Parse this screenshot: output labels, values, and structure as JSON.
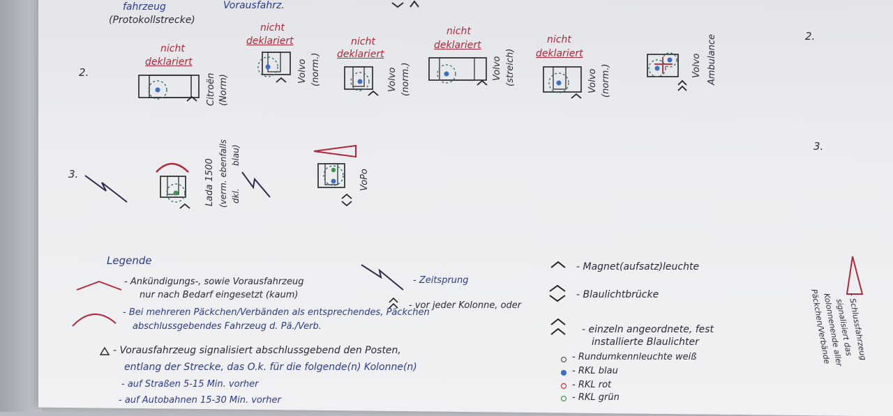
{
  "header": {
    "top_left_1": "fahrzeug",
    "top_left_2": "(Protokollstrecke)",
    "top_mid": "Vorausfahrz."
  },
  "rows": {
    "row2_left": "2.",
    "row2_right": "2.",
    "row3_left": "3.",
    "row3_right": "3."
  },
  "vehicles": {
    "undeclared_top": "nicht",
    "undeclared_bottom": "deklariert",
    "v1": [
      "Citroën",
      "(Norm)"
    ],
    "v2": [
      "Volvo",
      "(norm.)"
    ],
    "v3": [
      "Volvo",
      "(norm.)"
    ],
    "v4": [
      "Volvo",
      "(streich)"
    ],
    "v5": [
      "Volvo",
      "(norm.)"
    ],
    "v6": [
      "Volvo",
      "Ambulance"
    ],
    "v7": [
      "Lada 1500",
      "(verm. ebenfalls",
      "blau)",
      "dkl."
    ],
    "v8": [
      "VoPo"
    ]
  },
  "legend": {
    "title": "Legende",
    "l1a": "- Ankündigungs-, sowie Vorausfahrzeug",
    "l1b": "nur nach Bedarf eingesetzt (kaum)",
    "l2a": "- Bei mehreren Päckchen/Verbänden als entsprechendes, Päckchen",
    "l2b": "abschlussgebendes Fahrzeug d. Pä./Verb.",
    "l3a": "- Vorausfahrzeug signalisiert abschlussgebend den Posten,",
    "l3b": "entlang der Strecke, das O.k. für die folgende(n) Kolonne(n)",
    "l3c": "- auf Straßen 5-15 Min. vorher",
    "l3d": "- auf Autobahnen 15-30 Min. vorher",
    "zeitsprung": "- Zeitsprung",
    "kolonne": "- vor jeder Kolonne, oder",
    "magnet": "- Magnet(aufsatz)leuchte",
    "bruecke": "- Blaulichtbrücke",
    "einzeln_a": "- einzeln angeordnete, fest",
    "einzeln_b": "installierte Blaulichter",
    "rkl_weiss": "- Rundumkennleuchte weiß",
    "rkl_blau": "- RKL blau",
    "rkl_rot": "- RKL rot",
    "rkl_gruen": "- RKL grün",
    "schluss": [
      "- Schlussfahrzeug",
      "signalisiert das",
      "Kolonnenende aller",
      "Päckchen/Verbände"
    ]
  },
  "colors": {
    "ink_blue": "#2a3a8c",
    "ink_red": "#b0283a",
    "rkl_blue": "#3b6fc4",
    "rkl_red": "#c63838",
    "rkl_green": "#3c9a4c"
  }
}
